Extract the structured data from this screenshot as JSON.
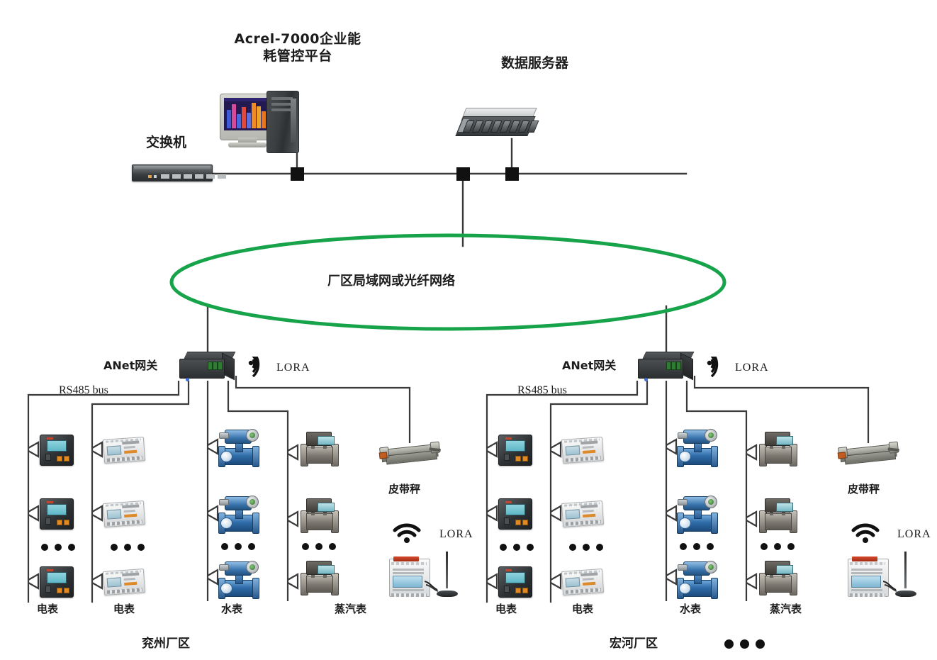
{
  "diagram": {
    "title_platform": "Acrel-7000企业能耗管控平台",
    "title_platform_line1": "Acrel-7000企业能",
    "title_platform_line2": "耗管控平台",
    "title_server": "数据服务器",
    "title_switch": "交换机",
    "cloud_label": "厂区局域网或光纤网络",
    "accent_green": "#16a34a",
    "wire_color": "#3a3a3a"
  },
  "sites": [
    {
      "id": "site-left",
      "site_label": "兖州厂区",
      "gateway_label": "ANet网关",
      "bus_label": "RS485 bus",
      "lora_label": "LORA",
      "lora_wireless_label": "LORA",
      "belt_scale_label": "皮带秤",
      "branches": [
        {
          "id": "branch-power-panel",
          "label": "电表",
          "device": "panel-meter",
          "count_visible": 3,
          "ellipsis": "•••"
        },
        {
          "id": "branch-power-din",
          "label": "电表",
          "device": "din-meter",
          "count_visible": 3,
          "ellipsis": "•••"
        },
        {
          "id": "branch-water",
          "label": "水表",
          "device": "water-meter",
          "count_visible": 3,
          "ellipsis": "•••"
        },
        {
          "id": "branch-steam",
          "label": "蒸汽表",
          "device": "steam-meter",
          "count_visible": 3,
          "ellipsis": "•••"
        }
      ]
    },
    {
      "id": "site-right",
      "site_label": "宏河厂区",
      "gateway_label": "ANet网关",
      "bus_label": "RS485 bus",
      "lora_label": "LORA",
      "lora_wireless_label": "LORA",
      "belt_scale_label": "皮带秤",
      "trailing_ellipsis": "•••",
      "branches": [
        {
          "id": "branch-power-panel",
          "label": "电表",
          "device": "panel-meter",
          "count_visible": 3,
          "ellipsis": "•••"
        },
        {
          "id": "branch-power-din",
          "label": "电表",
          "device": "din-meter",
          "count_visible": 3,
          "ellipsis": "•••"
        },
        {
          "id": "branch-water",
          "label": "水表",
          "device": "water-meter",
          "count_visible": 3,
          "ellipsis": "•••"
        },
        {
          "id": "branch-steam",
          "label": "蒸汽表",
          "device": "steam-meter",
          "count_visible": 3,
          "ellipsis": "•••"
        }
      ]
    }
  ],
  "icons": {
    "lora_signal": "signal-icon",
    "wifi": "wifi-icon",
    "switch": "network-switch-icon",
    "server": "rack-server-icon",
    "workstation": "desktop-computer-icon",
    "gateway": "gateway-device-icon"
  }
}
